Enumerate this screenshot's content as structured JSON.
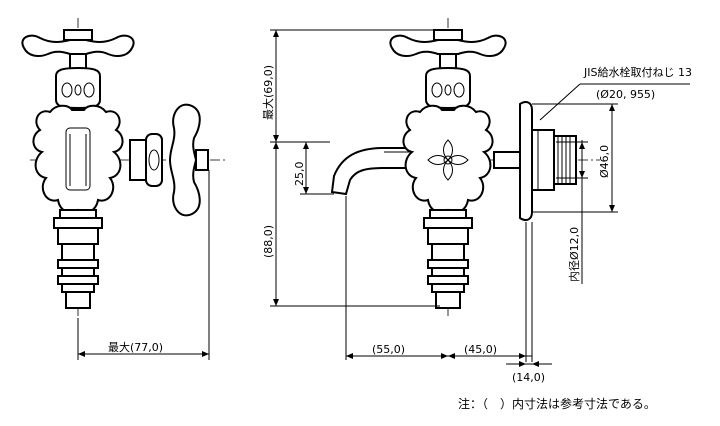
{
  "dimensions": {
    "width_max": "最大(77,0)",
    "height_max": "最大(69,0)",
    "height_total": "(88,0)",
    "spout_drop": "25,0",
    "spout_reach": "(55,0)",
    "spout_base": "(45,0)",
    "flange": "(14,0)",
    "outer_dia": "Ø46,0",
    "inner_dia": "内径Ø12,0"
  },
  "callout": {
    "thread_spec": "JIS給水栓取付ねじ 13",
    "thread_size": "(Ø20, 955)"
  },
  "footnote": "注：（　）内寸法は参考寸法である。"
}
